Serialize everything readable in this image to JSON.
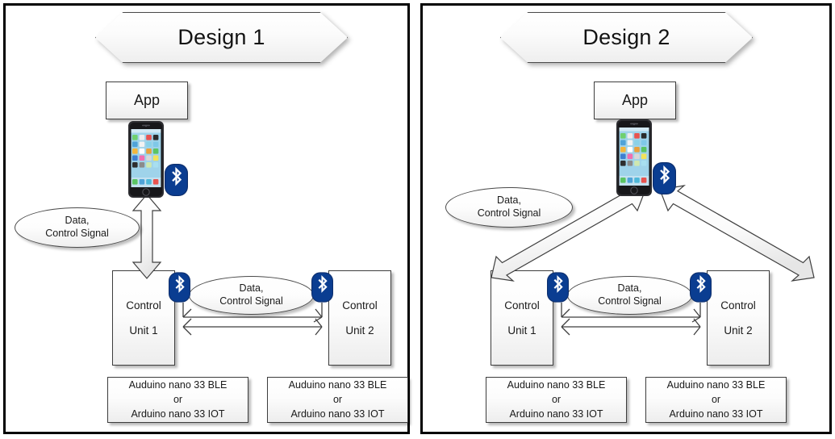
{
  "figure": {
    "title_hidden": "",
    "accent_bluetooth": "#0a3d91",
    "border_color": "#000000"
  },
  "panels": [
    {
      "id": "design-1",
      "title": "Design 1",
      "app": {
        "label": "App"
      },
      "phone": {
        "icon": "smartphone-icon"
      },
      "bluetooth_badges": [
        {
          "name": "bluetooth-icon-phone"
        },
        {
          "name": "bluetooth-icon-unit-1"
        },
        {
          "name": "bluetooth-icon-unit-2"
        }
      ],
      "callouts": [
        {
          "line1": "Data,",
          "line2": "Control Signal"
        },
        {
          "line1": "Data,",
          "line2": "Control Signal"
        }
      ],
      "units": [
        {
          "line1": "Control",
          "line2": "Unit 1"
        },
        {
          "line1": "Control",
          "line2": "Unit 2"
        }
      ],
      "boards": [
        {
          "line1": "Auduino nano 33 BLE",
          "line2": "or",
          "line3": "Arduino nano 33 IOT"
        },
        {
          "line1": "Auduino nano 33 BLE",
          "line2": "or",
          "line3": "Arduino nano 33 IOT"
        }
      ]
    },
    {
      "id": "design-2",
      "title": "Design 2",
      "app": {
        "label": "App"
      },
      "phone": {
        "icon": "smartphone-icon"
      },
      "bluetooth_badges": [
        {
          "name": "bluetooth-icon-phone"
        },
        {
          "name": "bluetooth-icon-unit-1"
        },
        {
          "name": "bluetooth-icon-unit-2"
        }
      ],
      "callouts": [
        {
          "line1": "Data,",
          "line2": "Control Signal"
        },
        {
          "line1": "Data,",
          "line2": "Control Signal"
        }
      ],
      "units": [
        {
          "line1": "Control",
          "line2": "Unit 1"
        },
        {
          "line1": "Control",
          "line2": "Unit 2"
        }
      ],
      "boards": [
        {
          "line1": "Auduino nano 33 BLE",
          "line2": "or",
          "line3": "Arduino nano 33 IOT"
        },
        {
          "line1": "Auduino nano 33 BLE",
          "line2": "or",
          "line3": "Arduino nano 33 IOT"
        }
      ]
    }
  ]
}
